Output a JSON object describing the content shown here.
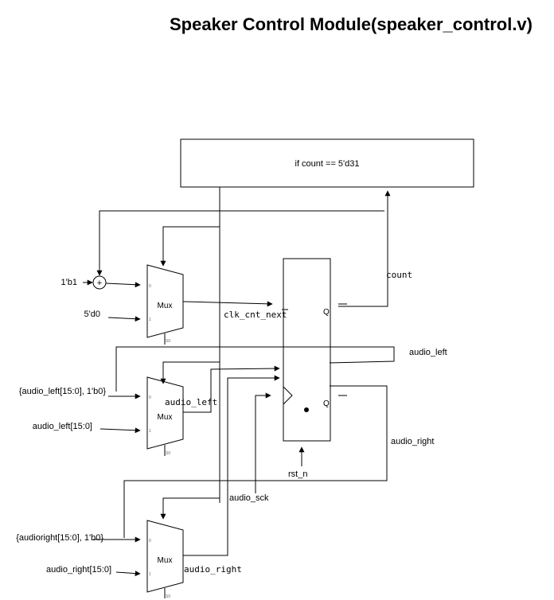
{
  "title": "Speaker Control Module(speaker_control.v)",
  "condition_block": {
    "label": "if count == 5'd31"
  },
  "adder": {
    "symbol": "+"
  },
  "muxes": [
    {
      "label": "Mux",
      "in0_label": "1'b1",
      "in1_label": "5'd0",
      "pin0": "0",
      "pin1": "1",
      "sel": "S0"
    },
    {
      "label": "Mux",
      "in0_label": "{audio_left[15:0], 1'b0}",
      "in1_label": "audio_left[15:0]",
      "pin0": "0",
      "pin1": "1",
      "sel": "S0"
    },
    {
      "label": "Mux",
      "in0_label": "{audioright[15:0], 1'b0}",
      "in1_label": "audio_right[15:0]",
      "pin0": "0",
      "pin1": "1",
      "sel": "S0"
    }
  ],
  "register": {
    "q_top": "Q",
    "q_bottom": "Q"
  },
  "signals": {
    "count": "count",
    "clk_cnt_next": "clk_cnt_next",
    "audio_left_feedback": "audio_left",
    "audio_left_wire": "audio_left",
    "audio_right_feedback": "audio_right",
    "audio_right_wire": "audio_right",
    "audio_sck": "audio_sck",
    "rst_n": "rst_n"
  }
}
